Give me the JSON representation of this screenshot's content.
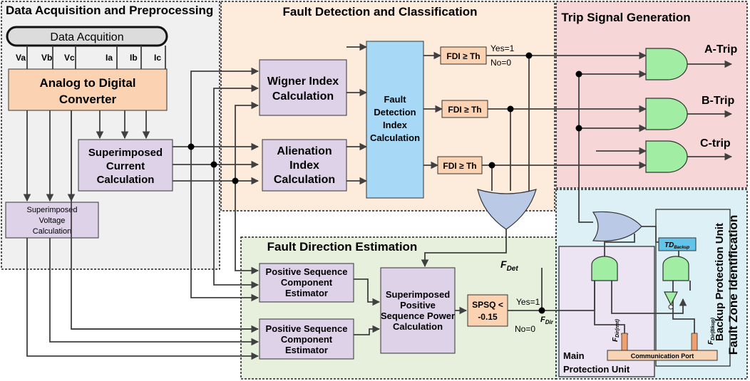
{
  "sections": {
    "acquisition": "Data Acquisition and Preprocessing",
    "detection": "Fault Detection and Classification",
    "trip": "Trip Signal Generation",
    "direction": "Fault Direction Estimation",
    "zone": "Fault Zone Identification"
  },
  "acquisition": {
    "title": "Data Acquition",
    "channels": [
      "Va",
      "Vb",
      "Vc",
      "Ia",
      "Ib",
      "Ic"
    ],
    "adc": [
      "Analog to Digital",
      "Converter"
    ],
    "si_current": [
      "Superimposed",
      "Current",
      "Calculation"
    ],
    "si_voltage": [
      "Superimposed",
      "Voltage",
      "Calculation"
    ]
  },
  "detection": {
    "wigner": [
      "Wigner Index",
      "Calculation"
    ],
    "alienation": [
      "Alienation",
      "Index",
      "Calculation"
    ],
    "fdi_calc": [
      "Fault",
      "Detection",
      "Index",
      "Calculation"
    ],
    "fdi_th": "FDI ≥ Th",
    "yes": "Yes=1",
    "no": "No=0",
    "f_det_main": "F",
    "f_det_sub": "Det"
  },
  "trip": {
    "a": "A-Trip",
    "b": "B-Trip",
    "c": "C-trip"
  },
  "direction": {
    "pos_seq": [
      "Positive Sequence",
      "Component",
      "Estimator"
    ],
    "sp_power": [
      "Superimposed",
      "Positive",
      "Sequence Power",
      "Calculation"
    ],
    "spsq": [
      "SPSQ <",
      "-0.15"
    ],
    "yes": "Yes=1",
    "no": "No=0",
    "f_dir_main": "F",
    "f_dir_sub": "Dir"
  },
  "zone": {
    "backup_unit": "Backup Protection Unit",
    "main_unit": [
      "Main",
      "Protection Unit"
    ],
    "td_main": "TD",
    "td_sub": "Backup",
    "comm": "Communication Port",
    "f_rmt_main": "F",
    "f_rmt_sub": "Dir(rmt)",
    "f_bkup_main": "F",
    "f_bkup_sub": "Dir(Bkup)"
  },
  "colors": {
    "acq_bg": "#f0f0f0",
    "detect_bg": "#fdebdc",
    "trip_bg": "#f6d6d6",
    "dir_bg": "#e6f0dc",
    "zone_bg": "#ddf0f6",
    "main_unit_bg": "#ece4f2",
    "adc": "#fbd3b2",
    "block": "#ddd2e8",
    "fdi_calc": "#a7d8f5",
    "th_box": "#fbd3b2",
    "gate": "#a0eda3",
    "or_gate": "#b9c9e6",
    "comm": "#f9d4b4",
    "td": "#62c4e8",
    "acq_bar": "#dcdcdc",
    "wire": "#404040"
  }
}
